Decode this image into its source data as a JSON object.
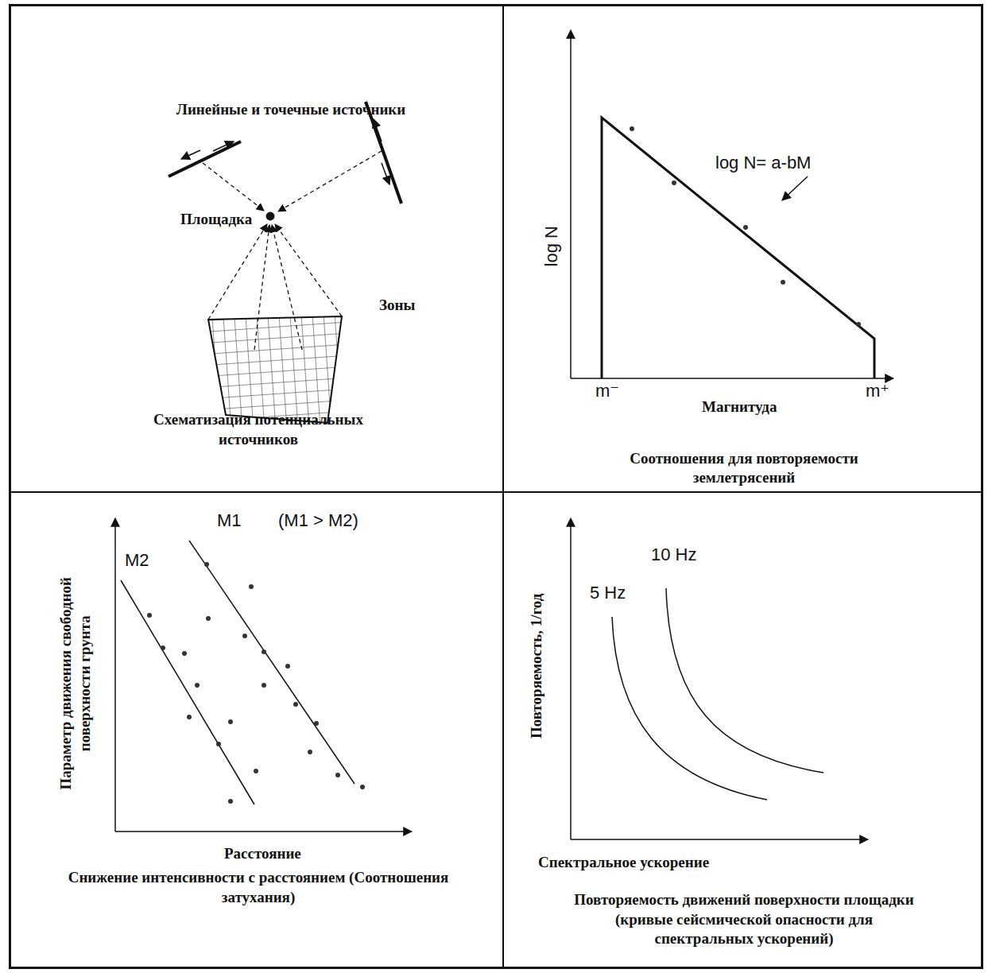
{
  "diagram": {
    "nodes": [
      {
        "text": [
          "Схематизация потенциальных источников"
        ]
      },
      {
        "text": [
          "Соотношения для повторяемости землетрясений"
        ]
      },
      {
        "text": [
          "Снижение интенсивности с расстоянием (Соотношения затухания)"
        ]
      },
      {
        "text": [
          "Повторяемость движений поверхности площадки (кривые сейсмической опасности для спектральных ускорений)"
        ]
      }
    ],
    "labels": [
      "Линейные и точечные источники",
      "Площадка",
      "Зоны",
      "log N",
      "log N= a-bM",
      "m⁻",
      "m⁺",
      "Магнитуда",
      "M2",
      "M1",
      "(M1 > M2)",
      "Параметр движения свободной поверхности грунта",
      "Расстояние",
      "Повторяемость, 1/год",
      "5 Hz",
      "10 Hz",
      "Спектральное ускорение"
    ]
  }
}
